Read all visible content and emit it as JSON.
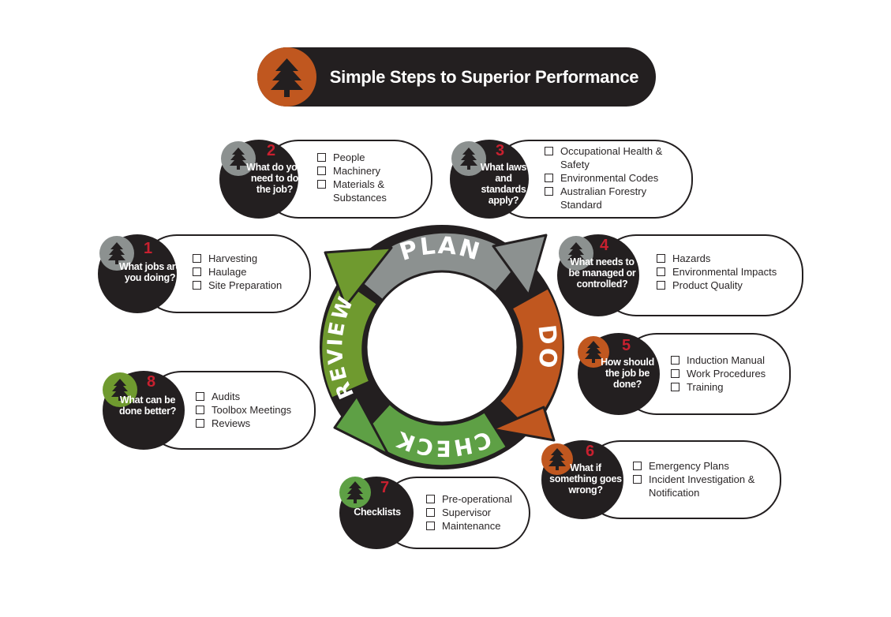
{
  "title": "Simple Steps to Superior Performance",
  "cycle": {
    "plan": "PLAN",
    "do": "DO",
    "check": "CHECK",
    "review": "REVIEW",
    "colors": {
      "plan": "#8c9190",
      "do": "#c0571f",
      "check": "#5ea045",
      "review": "#6f9a2f"
    }
  },
  "steps": [
    {
      "number": "1",
      "question": "What jobs are you doing?",
      "items": [
        "Harvesting",
        "Haulage",
        "Site Preparation"
      ],
      "badge_color": "#8c9190"
    },
    {
      "number": "2",
      "question": "What do you need to do the job?",
      "items": [
        "People",
        "Machinery",
        "Materials & Substances"
      ],
      "badge_color": "#8c9190"
    },
    {
      "number": "3",
      "question": "What laws and standards apply?",
      "items": [
        "Occupational Health & Safety",
        "Environmental Codes",
        "Australian Forestry Standard"
      ],
      "badge_color": "#8c9190"
    },
    {
      "number": "4",
      "question": "What needs to be managed or controlled?",
      "items": [
        "Hazards",
        "Environmental Impacts",
        "Product Quality"
      ],
      "badge_color": "#8c9190"
    },
    {
      "number": "5",
      "question": "How should the job be done?",
      "items": [
        "Induction Manual",
        "Work Procedures",
        "Training"
      ],
      "badge_color": "#c0571f"
    },
    {
      "number": "6",
      "question": "What if something goes wrong?",
      "items": [
        "Emergency Plans",
        "Incident Investigation & Notification"
      ],
      "badge_color": "#c0571f"
    },
    {
      "number": "7",
      "question": "Checklists",
      "items": [
        "Pre-operational",
        "Supervisor",
        "Maintenance"
      ],
      "badge_color": "#5ea045"
    },
    {
      "number": "8",
      "question": "What can be done better?",
      "items": [
        "Audits",
        "Toolbox Meetings",
        "Reviews"
      ],
      "badge_color": "#6f9a2f"
    }
  ]
}
